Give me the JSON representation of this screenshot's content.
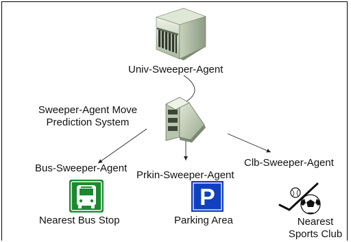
{
  "diagram": {
    "top_agent": {
      "label": "Univ-Sweeper-Agent",
      "icon": "university-building-icon"
    },
    "prediction_system": {
      "label_line1": "Sweeper-Agent Move",
      "label_line2": "Prediction System",
      "icon": "server-icon"
    },
    "agents": [
      {
        "label": "Bus-Sweeper-Agent",
        "target_line1": "Nearest Bus Stop",
        "target_line2": "",
        "icon": "bus-stop-icon",
        "icon_color": "#1a8a2e"
      },
      {
        "label": "Prkin-Sweeper-Agent",
        "target_line1": "Parking Area",
        "target_line2": "",
        "icon": "parking-sign-icon",
        "icon_color": "#1040c0"
      },
      {
        "label": "Clb-Sweeper-Agent",
        "target_line1": "Nearest",
        "target_line2": "Sports Club",
        "icon": "sports-ball-icon",
        "icon_color": "#111111"
      }
    ]
  }
}
